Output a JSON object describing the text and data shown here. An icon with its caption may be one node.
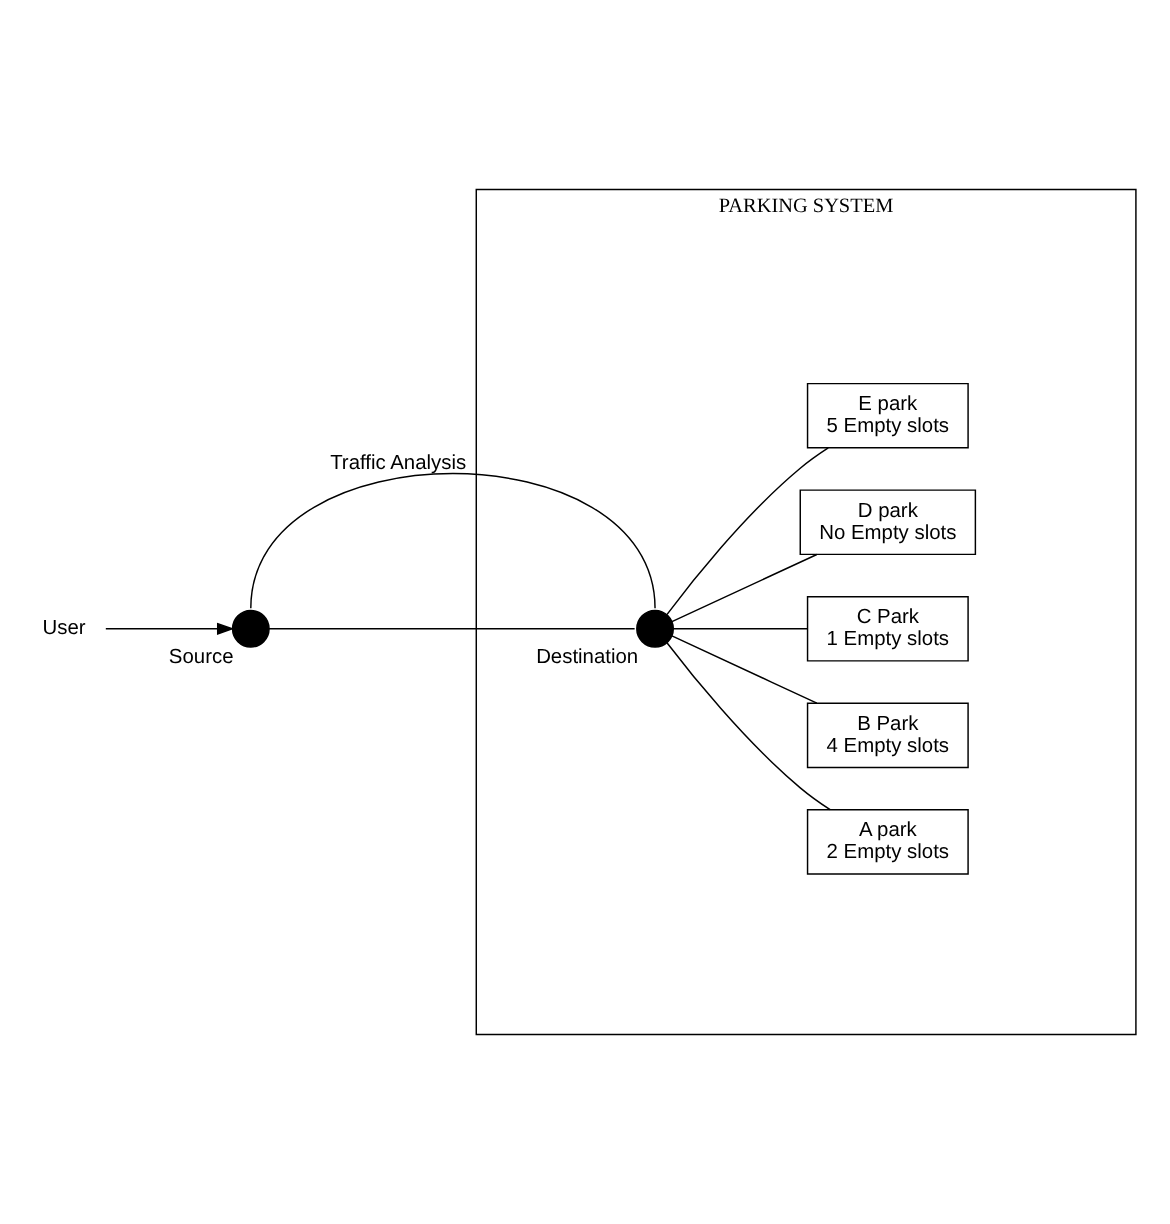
{
  "diagram": {
    "nodes": [
      {
        "text": [
          "PARKING SYSTEM"
        ]
      },
      {
        "text": [
          "User"
        ]
      },
      {
        "text": [],
        "shape": "circle",
        "beside": [
          "Source"
        ]
      },
      {
        "text": [],
        "shape": "circle",
        "beside": [
          "Destination"
        ],
        "in": 0
      },
      {
        "text": [
          "A park",
          "2 Empty slots"
        ],
        "in": 0
      },
      {
        "text": [
          "B Park",
          "4 Empty slots"
        ],
        "in": 0
      },
      {
        "text": [
          "C Park",
          "1 Empty slots"
        ],
        "in": 0
      },
      {
        "text": [
          "D park",
          "No Empty slots"
        ],
        "in": 0
      },
      {
        "text": [
          "E park",
          "5 Empty slots"
        ],
        "in": 0
      }
    ],
    "edges": [
      {
        "from": 1,
        "to": 2,
        "arrow": "to"
      },
      {
        "from": 2,
        "to": 3,
        "arrow": "none",
        "label": "Traffic Analysis"
      },
      {
        "from": 2,
        "to": 3,
        "arrow": "none"
      },
      {
        "from": 3,
        "to": 4,
        "arrow": "none"
      },
      {
        "from": 3,
        "to": 5,
        "arrow": "none"
      },
      {
        "from": 3,
        "to": 6,
        "arrow": "none"
      },
      {
        "from": 3,
        "to": 7,
        "arrow": "none"
      },
      {
        "from": 3,
        "to": 8,
        "arrow": "none"
      }
    ]
  }
}
